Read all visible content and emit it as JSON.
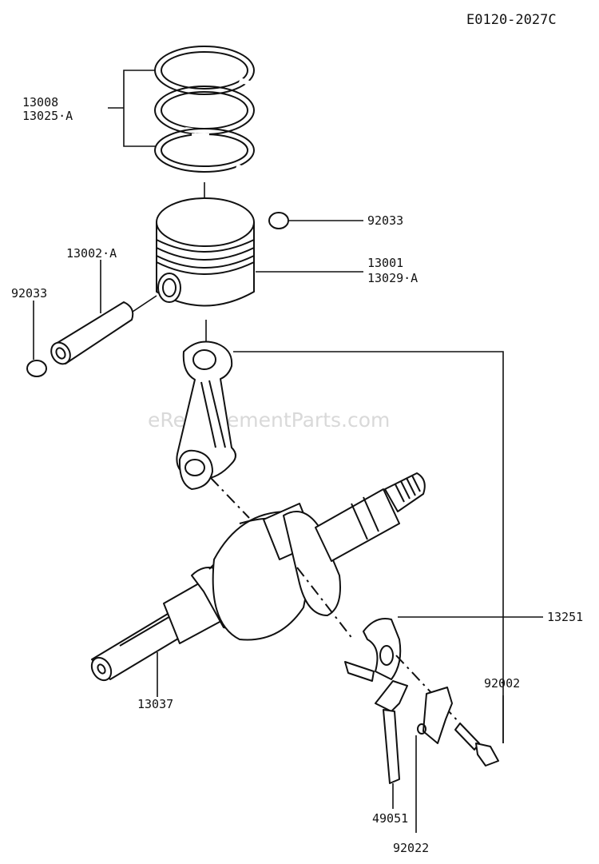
{
  "diagram_code": "E0120-2027C",
  "watermark": "eReplacementParts.com",
  "callouts": {
    "rings_a": "13008",
    "rings_b": "13025·A",
    "clip_top": "92033",
    "pin_a": "13002·A",
    "clip_left": "92033",
    "piston_a": "13001",
    "piston_b": "13029·A",
    "bearing": "13251",
    "bolt": "92002",
    "crankshaft": "13037",
    "oil_dipper": "49051",
    "lock_washer": "92022"
  }
}
